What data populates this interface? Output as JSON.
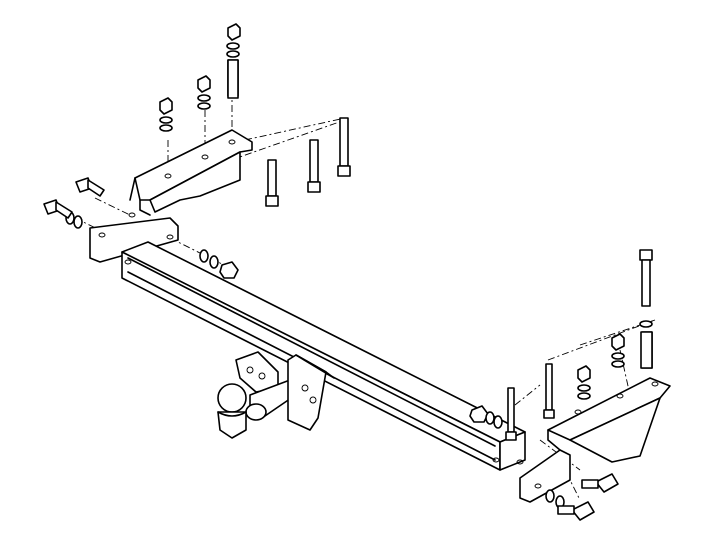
{
  "diagram": {
    "kind": "exploded-assembly",
    "colors": {
      "stroke": "#000000",
      "background": "#ffffff"
    },
    "parts": [
      "hitch-crossbar",
      "left-bracket",
      "right-bracket",
      "tow-ball",
      "bolt",
      "washer",
      "nut",
      "spacer-sleeve"
    ]
  }
}
